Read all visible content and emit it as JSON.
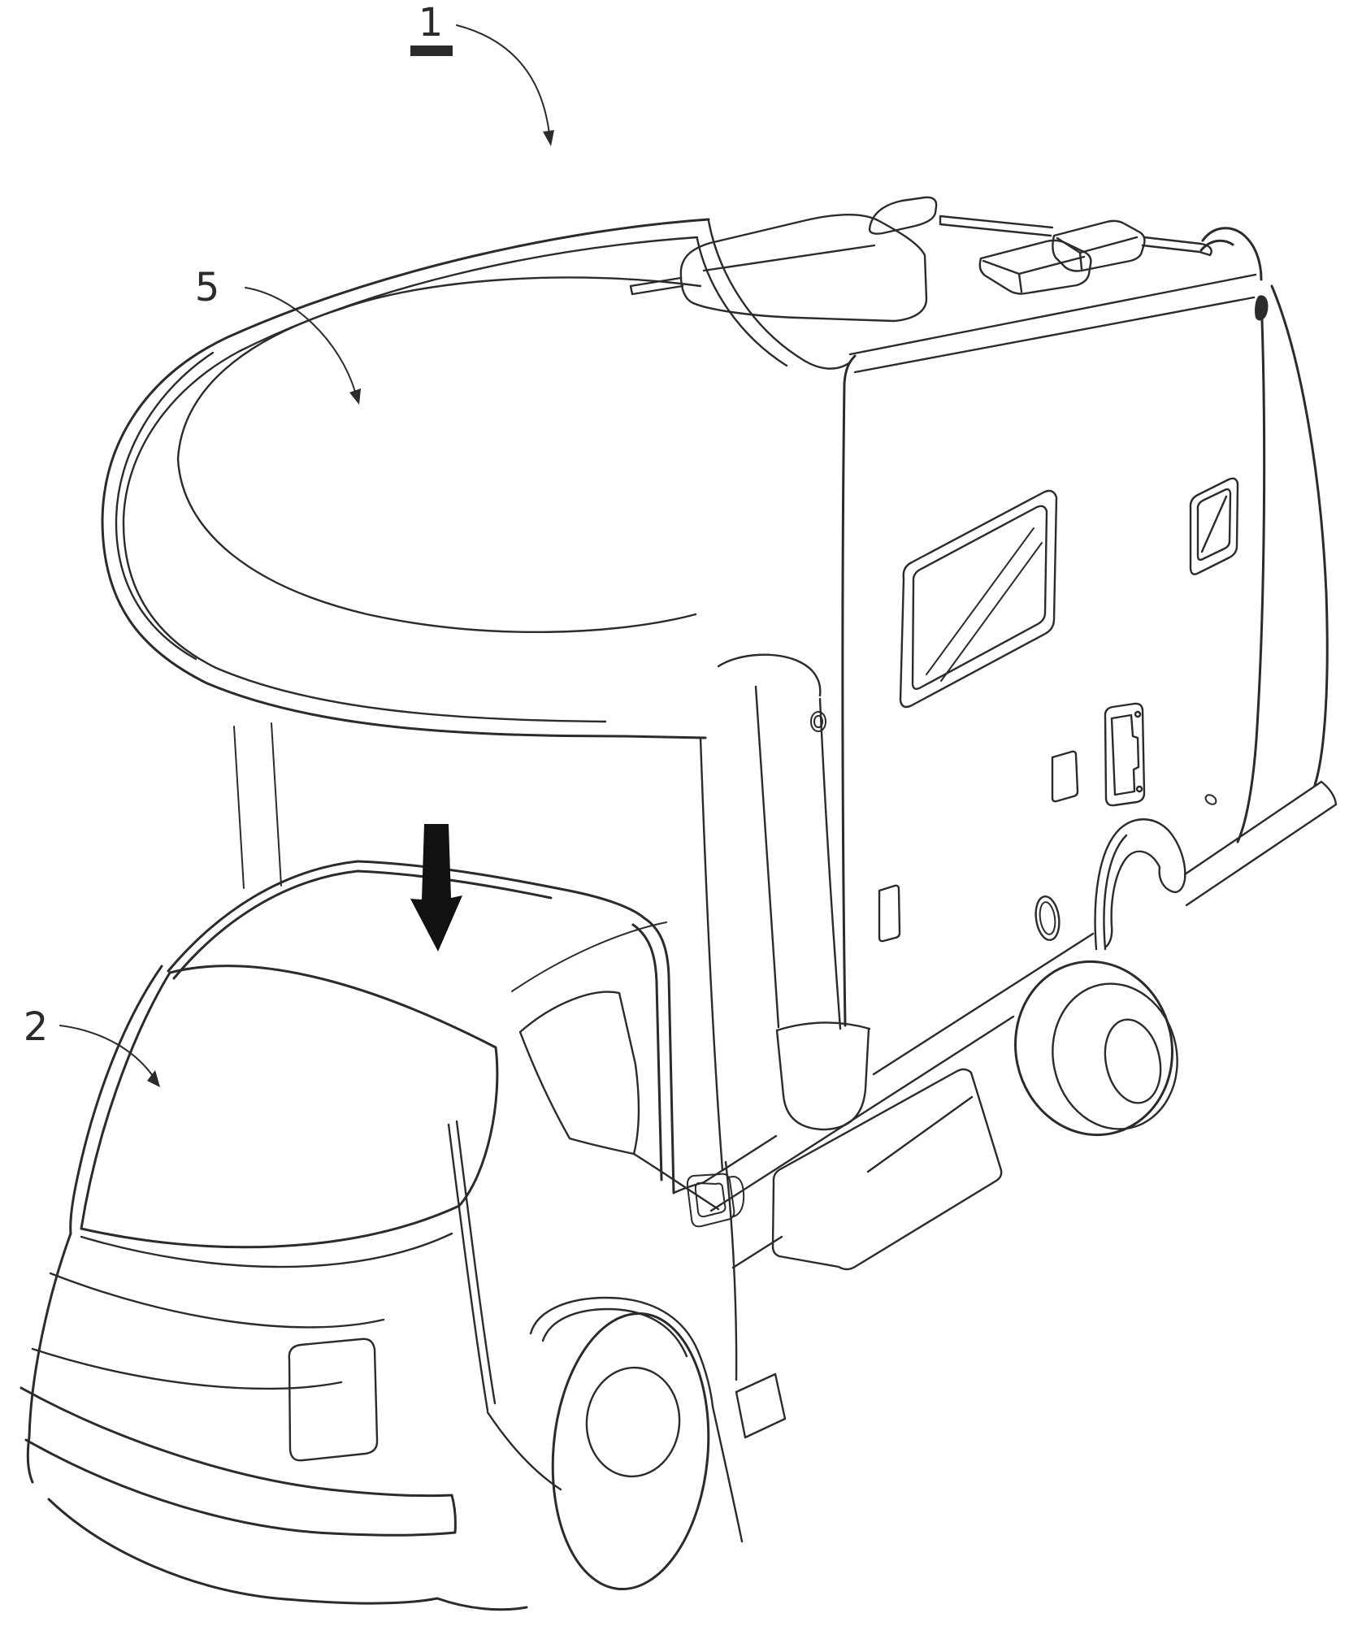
{
  "figure": {
    "kind": "patent-line-drawing",
    "subject": "camper shell being placed onto a truck chassis",
    "background_color": "#ffffff",
    "line_color": "#2b2b2b",
    "labels": {
      "assembly": {
        "text": "1",
        "underlined": true
      },
      "camper_shell": {
        "text": "5"
      },
      "truck": {
        "text": "2"
      }
    },
    "placement_arrow": {
      "direction": "down",
      "color": "#111111"
    }
  }
}
